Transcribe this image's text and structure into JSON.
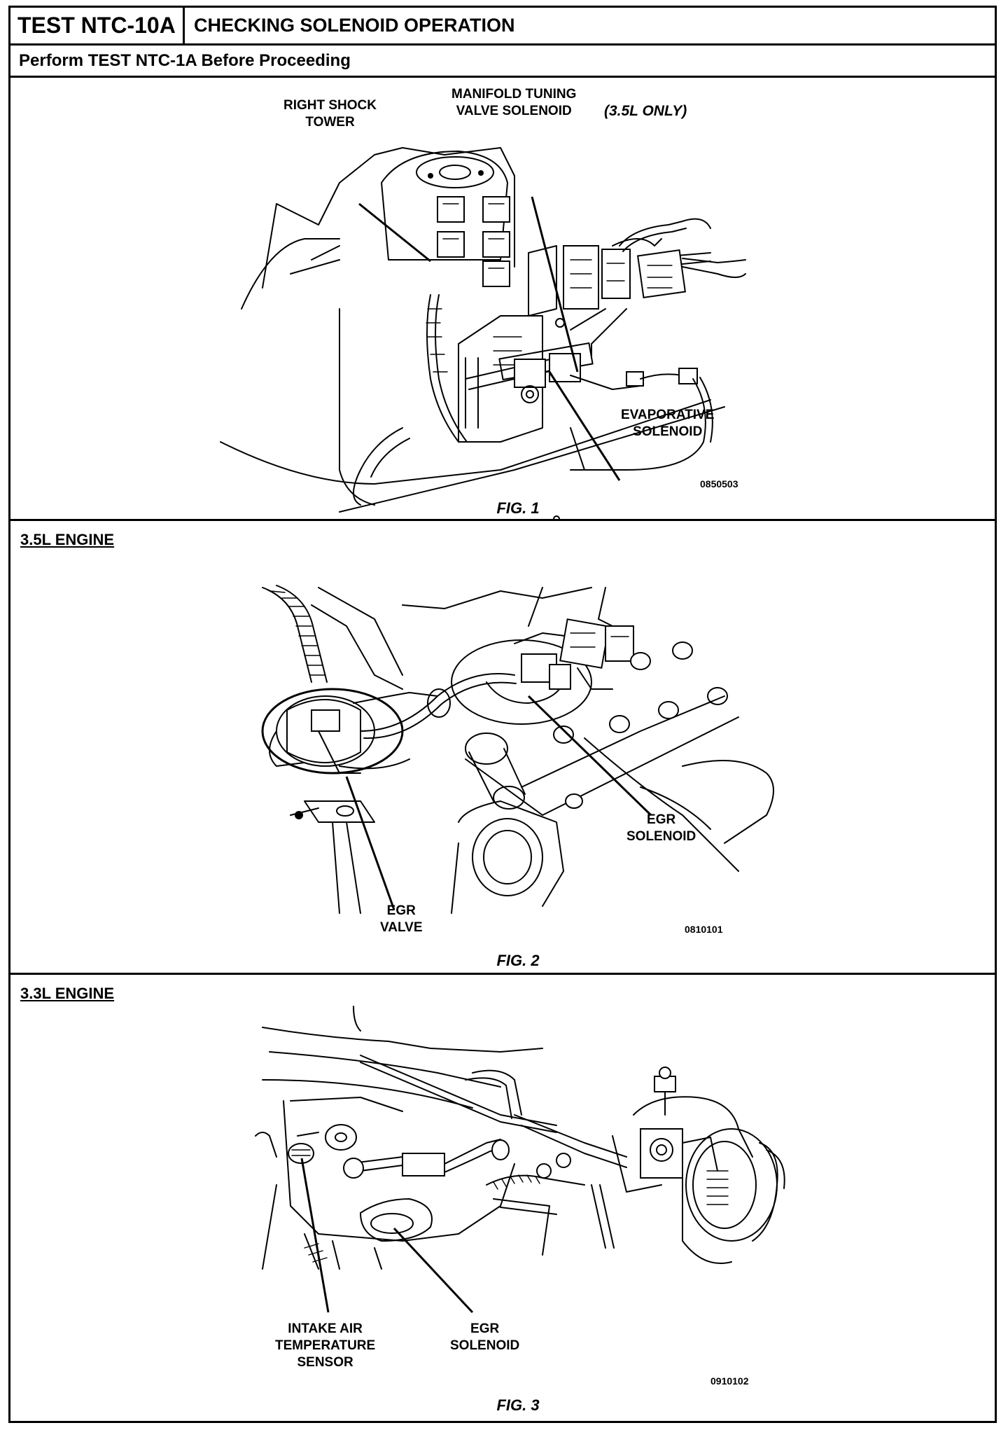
{
  "header": {
    "test_id": "TEST NTC-10A",
    "title": "CHECKING SOLENOID OPERATION",
    "subheading": "Perform TEST NTC-1A Before Proceeding"
  },
  "fig1": {
    "caption": "FIG. 1",
    "code": "0850503",
    "labels": {
      "right_shock_tower_1": "RIGHT SHOCK",
      "right_shock_tower_2": "TOWER",
      "mtv_1": "MANIFOLD TUNING",
      "mtv_2": "VALVE SOLENOID",
      "mtv_note": "(3.5L ONLY)",
      "evap_1": "EVAPORATIVE",
      "evap_2": "SOLENOID"
    }
  },
  "fig2": {
    "engine": "3.5L ENGINE",
    "caption": "FIG. 2",
    "code": "0810101",
    "labels": {
      "egr_solenoid_1": "EGR",
      "egr_solenoid_2": "SOLENOID",
      "egr_valve_1": "EGR",
      "egr_valve_2": "VALVE"
    }
  },
  "fig3": {
    "engine": "3.3L ENGINE",
    "caption": "FIG. 3",
    "code": "0910102",
    "labels": {
      "iat_1": "INTAKE AIR",
      "iat_2": "TEMPERATURE",
      "iat_3": "SENSOR",
      "egr_solenoid_1": "EGR",
      "egr_solenoid_2": "SOLENOID"
    }
  }
}
